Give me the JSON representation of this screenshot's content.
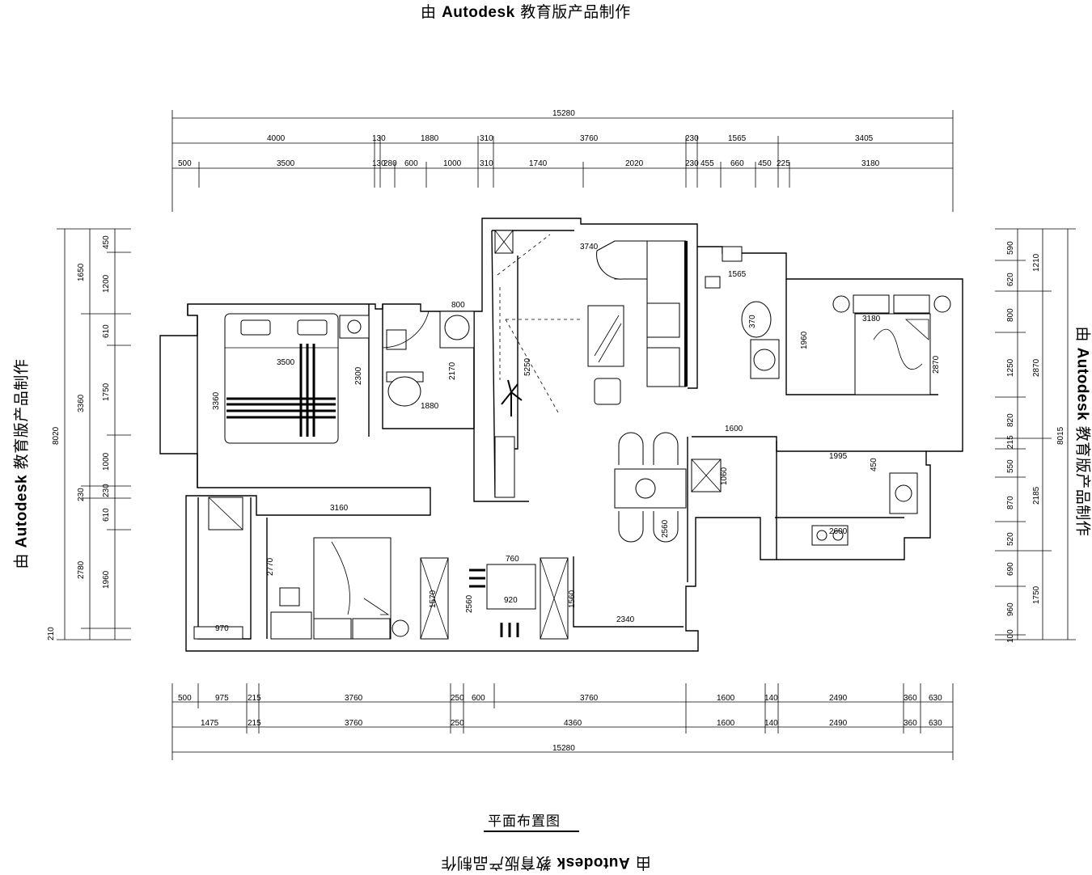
{
  "watermark": {
    "prefix": "由",
    "brand": "Autodesk",
    "suffix": "教育版产品制作"
  },
  "drawing_title": "平面布置图",
  "dimensions": {
    "top_total": "15280",
    "top_row1": [
      "4000",
      "130",
      "1880",
      "310",
      "3760",
      "230",
      "1565",
      "3405"
    ],
    "top_row2": [
      "500",
      "3500",
      "130",
      "280",
      "600",
      "1000",
      "310",
      "1740",
      "2020",
      "230",
      "455",
      "660",
      "450",
      "225",
      "3180"
    ],
    "bottom_row1": [
      "500",
      "975",
      "215",
      "3760",
      "250",
      "600",
      "3760",
      "1600",
      "140",
      "2490",
      "360",
      "630"
    ],
    "bottom_row2": [
      "1475",
      "215",
      "3760",
      "250",
      "4360",
      "1600",
      "140",
      "2490",
      "360",
      "630"
    ],
    "bottom_total": "15280",
    "left_total": "8020",
    "left_row1": [
      "1650",
      "3360",
      "230",
      "2780",
      "210"
    ],
    "left_row2": [
      "450",
      "1200",
      "610",
      "1750",
      "1000",
      "230",
      "610",
      "1960"
    ],
    "right_total": "8015",
    "right_row1": [
      "1210",
      "2870",
      "2185",
      "1750"
    ],
    "right_row2": [
      "590",
      "620",
      "800",
      "1250",
      "820",
      "215",
      "550",
      "870",
      "520",
      "690",
      "960",
      "100"
    ],
    "interior": [
      "3740",
      "800",
      "3500",
      "2300",
      "3360",
      "2170",
      "1880",
      "5250",
      "1565",
      "370",
      "1960",
      "3180",
      "2870",
      "1600",
      "1995",
      "450",
      "1060",
      "2600",
      "2560",
      "3160",
      "2770",
      "970",
      "760",
      "920",
      "1570",
      "1560",
      "2340",
      "2560"
    ]
  }
}
